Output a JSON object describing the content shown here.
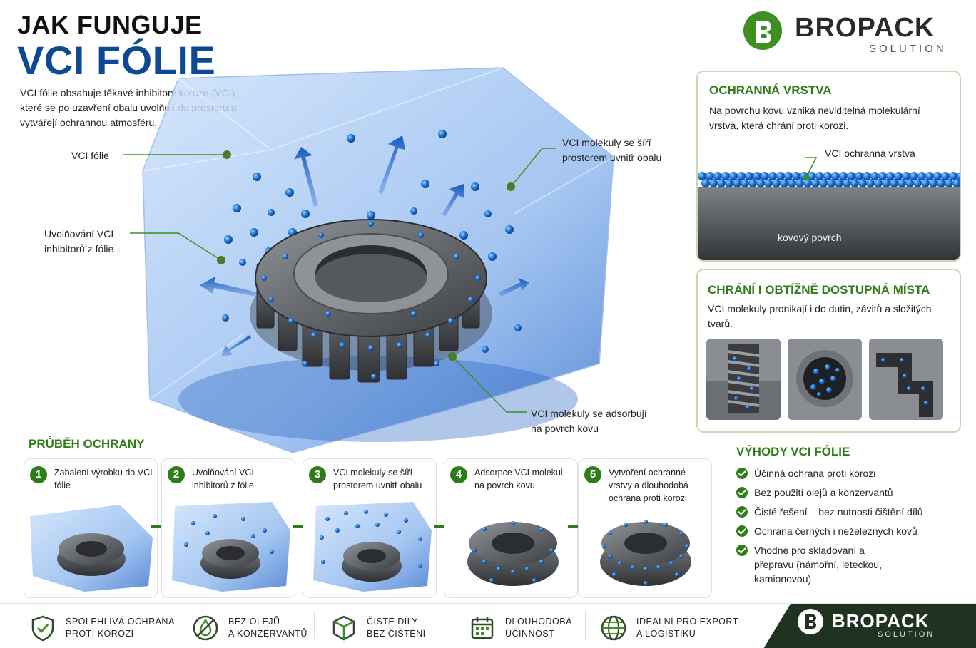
{
  "header": {
    "title_line1": "JAK FUNGUJE",
    "title_line2": "VCI FÓLIE",
    "intro": "VCI fólie obsahuje těkavé inhibitory koroze (VCI), které se po uzavření obalu uvolňují do prostoru a vytvářejí ochrannou atmosféru."
  },
  "brand": {
    "name": "BROPACK",
    "sub": "SOLUTION",
    "logo_icon": "bropack-b-logo",
    "color_green": "#2f7d1a",
    "color_dark": "#1f3320",
    "color_blue": "#0d4a93"
  },
  "hero": {
    "callout_film": "VCI fólie",
    "callout_release": "Uvolňování VCI inhibitorů z fólie",
    "callout_spread": "VCI molekuly se šíří prostorem uvnitř obalu",
    "callout_adsorb": "VCI molekuly se adsorbují na povrch kovu"
  },
  "panel_layer": {
    "title": "OCHRANNÁ VRSTVA",
    "desc": "Na povrchu kovu vzniká neviditelná molekulární vrstva, která chrání proti korozi.",
    "layer_label": "VCI ochranná vrstva",
    "metal_label": "kovový povrch"
  },
  "panel_access": {
    "title": "CHRÁNÍ I OBTÍŽNĚ DOSTUPNÁ MÍSTA",
    "desc": "VCI molekuly pronikají i do dutin, závitů a složitých tvarů."
  },
  "process": {
    "title": "PRŮBĚH OCHRANY",
    "steps": [
      {
        "num": "1",
        "text": "Zabalení výrobku do VCI fólie"
      },
      {
        "num": "2",
        "text": "Uvolňování VCI inhibitorů z fólie"
      },
      {
        "num": "3",
        "text": "VCI molekuly se šíří prostorem uvnitř obalu"
      },
      {
        "num": "4",
        "text": "Adsorpce VCI molekul na povrch kovu"
      },
      {
        "num": "5",
        "text": "Vytvoření ochranné vrstvy a dlouhodobá ochrana proti korozi"
      }
    ]
  },
  "benefits": {
    "title": "VÝHODY VCI FÓLIE",
    "items": [
      "Účinná ochrana proti korozi",
      "Bez použití olejů a konzervantů",
      "Čisté řešení – bez nutnosti čištění dílů",
      "Ochrana černých i neželezných kovů",
      "Vhodné pro skladování a přepravu (námořní, leteckou, kamionovou)"
    ]
  },
  "footer": {
    "items": [
      {
        "icon": "shield-check-icon",
        "line1": "SPOLEHLIVÁ OCHRANA",
        "line2": "PROTI KOROZI"
      },
      {
        "icon": "no-oil-drop-icon",
        "line1": "BEZ OLEJŮ",
        "line2": "A KONZERVANTŮ"
      },
      {
        "icon": "box-icon",
        "line1": "ČISTÉ DÍLY",
        "line2": "BEZ ČIŠTĚNÍ"
      },
      {
        "icon": "calendar-icon",
        "line1": "DLOUHODOBÁ",
        "line2": "ÚČINNOST"
      },
      {
        "icon": "globe-icon",
        "line1": "IDEÁLNÍ PRO EXPORT",
        "line2": "A LOGISTIKU"
      }
    ]
  }
}
